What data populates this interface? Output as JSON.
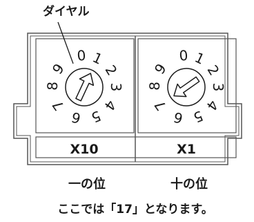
{
  "callout_label": "ダイヤル",
  "dials": [
    {
      "id": "tens",
      "label": "X10",
      "place_caption": "一の位",
      "digits": [
        "0",
        "1",
        "2",
        "3",
        "4",
        "5",
        "6",
        "7",
        "8",
        "9"
      ],
      "arrow_points_to": "1"
    },
    {
      "id": "ones",
      "label": "X1",
      "place_caption": "十の位",
      "digits": [
        "0",
        "1",
        "2",
        "3",
        "4",
        "5",
        "6",
        "7",
        "8",
        "9"
      ],
      "arrow_points_to": "7"
    }
  ],
  "note": "ここでは「17」となります。"
}
